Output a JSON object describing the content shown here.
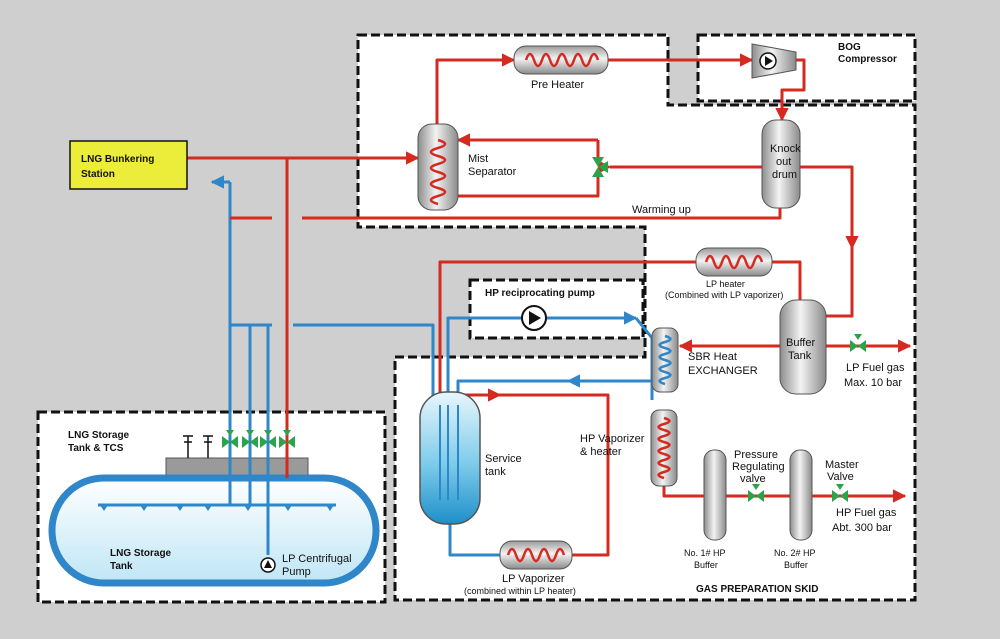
{
  "labels": {
    "bunkering": [
      "LNG Bunkering",
      "Station"
    ],
    "pre_heater": "Pre Heater",
    "bog_compressor": [
      "BOG",
      "Compressor"
    ],
    "mist_separator": [
      "Mist",
      "Separator"
    ],
    "knockout_drum": [
      "Knock",
      "out",
      "drum"
    ],
    "warming_up": "Warming   up",
    "lp_heater": [
      "LP heater",
      "(Combined with LP vaporizer)"
    ],
    "hp_pump": "HP reciprocating pump",
    "buffer_tank": [
      "Buffer",
      "Tank"
    ],
    "lp_fuel_gas": [
      "LP Fuel gas",
      "Max. 10 bar"
    ],
    "sbr_heat_exchanger": [
      "SBR Heat",
      "EXCHANGER"
    ],
    "service_tank": [
      "Service",
      "tank"
    ],
    "hp_vaporizer": [
      "HP Vaporizer",
      "& heater"
    ],
    "pressure_regulating_valve": [
      "Pressure",
      "Regulating",
      "valve"
    ],
    "master_valve": [
      "Master",
      "Valve"
    ],
    "hp_fuel_gas": [
      "HP Fuel gas",
      "Abt. 300 bar"
    ],
    "hp_buffer_1": [
      "No. 1# HP",
      "Buffer"
    ],
    "hp_buffer_2": [
      "No. 2# HP",
      "Buffer"
    ],
    "lp_vaporizer": [
      "LP Vaporizer",
      "(combined within LP heater)"
    ],
    "gas_preparation_skid": "GAS PREPARATION SKID",
    "lng_storage_tcs": [
      "LNG Storage",
      "Tank & TCS"
    ],
    "lng_storage_tank": [
      "LNG Storage",
      "Tank"
    ],
    "lp_centrifugal_pump": [
      "LP Centrifugal",
      "Pump"
    ]
  },
  "colors": {
    "gas_line": "#d42a20",
    "liquid_line": "#2f86c8",
    "bunkering_fill": "#ecec3a",
    "valve": "#2aa34a",
    "background": "#cfcfcf"
  }
}
